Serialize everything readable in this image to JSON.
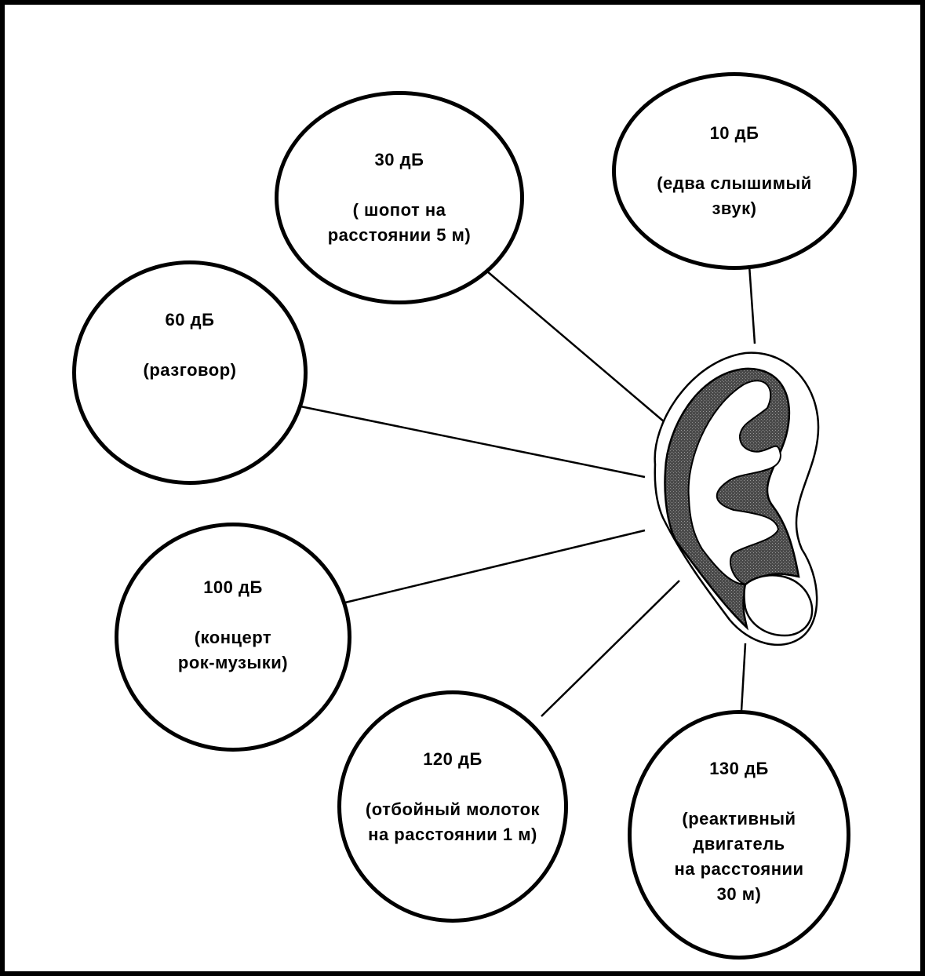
{
  "levels": [
    {
      "id": "db10",
      "level": "10 дБ",
      "caption": "(едва слышимый\nзвук)"
    },
    {
      "id": "db30",
      "level": "30 дБ",
      "caption": "( шопот на\nрасстоянии 5 м)"
    },
    {
      "id": "db60",
      "level": "60 дБ",
      "caption": "(разговор)"
    },
    {
      "id": "db100",
      "level": "100 дБ",
      "caption": "(концерт\nрок-музыки)"
    },
    {
      "id": "db120",
      "level": "120 дБ",
      "caption": "(отбойный молоток\nна расстоянии 1 м)"
    },
    {
      "id": "db130",
      "level": "130 дБ",
      "caption": "(реактивный\nдвигатель\nна расстоянии\n30 м)"
    }
  ],
  "colors": {
    "ink": "#000000",
    "ear_shade": "#5a5a5a",
    "background": "#ffffff"
  },
  "icons": [
    "ear-icon"
  ]
}
